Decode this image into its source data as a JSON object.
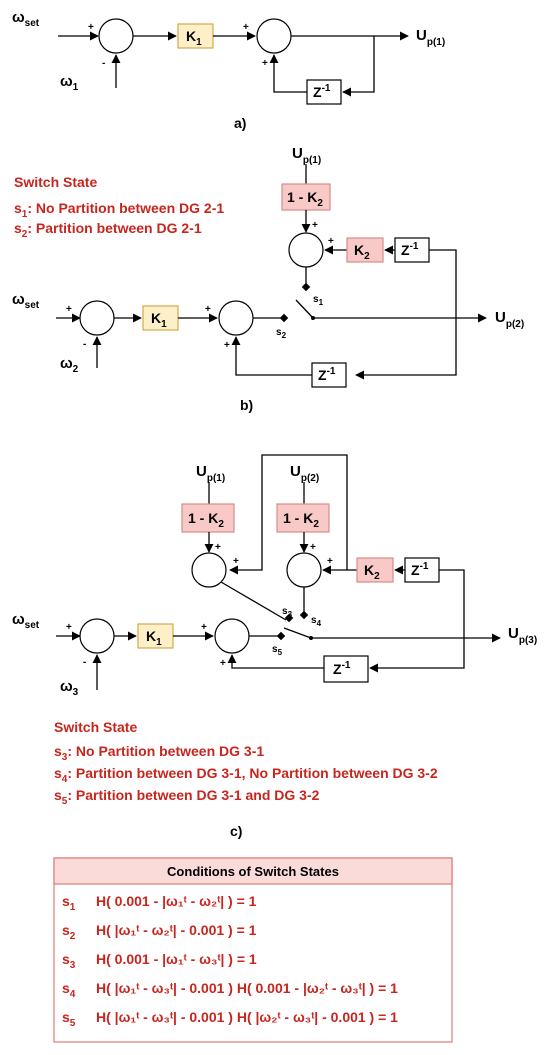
{
  "diagram_a": {
    "omega_set": "ω",
    "omega_set_sub": "set",
    "omega1": "ω",
    "omega1_sub": "1",
    "k1": "K",
    "k1_sub": "1",
    "z": "Z",
    "z_sup": "-1",
    "out": "U",
    "out_sub": "p(1)",
    "caption": "a)"
  },
  "diagram_b": {
    "legend_title": "Switch State",
    "legend_s1_sym": "s",
    "legend_s1_sub": "1",
    "legend_s1_text": ": No Partition between DG 2-1",
    "legend_s2_sym": "s",
    "legend_s2_sub": "2",
    "legend_s2_text": ": Partition between DG 2-1",
    "in_top": "U",
    "in_top_sub": "p(1)",
    "one_minus_k2": "1 - K",
    "one_minus_k2_sub": "2",
    "k2": "K",
    "k2_sub": "2",
    "z": "Z",
    "z_sup": "-1",
    "omega_set": "ω",
    "omega_set_sub": "set",
    "omega2": "ω",
    "omega2_sub": "2",
    "k1": "K",
    "k1_sub": "1",
    "s1": "s",
    "s1_sub": "1",
    "s2": "s",
    "s2_sub": "2",
    "out": "U",
    "out_sub": "p(2)",
    "caption": "b)"
  },
  "diagram_c": {
    "in1": "U",
    "in1_sub": "p(1)",
    "in2": "U",
    "in2_sub": "p(2)",
    "one_minus_k2": "1 - K",
    "one_minus_k2_sub": "2",
    "k2": "K",
    "k2_sub": "2",
    "z": "Z",
    "z_sup": "-1",
    "omega_set": "ω",
    "omega_set_sub": "set",
    "omega3": "ω",
    "omega3_sub": "3",
    "k1": "K",
    "k1_sub": "1",
    "s3": "s",
    "s3_sub": "3",
    "s4": "s",
    "s4_sub": "4",
    "s5": "s",
    "s5_sub": "5",
    "out": "U",
    "out_sub": "p(3)",
    "legend_title": "Switch State",
    "legend_s3_sym": "s",
    "legend_s3_sub": "3",
    "legend_s3_text": ": No Partition between DG 3-1",
    "legend_s4_sym": "s",
    "legend_s4_sub": "4",
    "legend_s4_text": ": Partition between DG 3-1, No Partition between DG 3-2",
    "legend_s5_sym": "s",
    "legend_s5_sub": "5",
    "legend_s5_text": ": Partition between DG 3-1 and DG 3-2",
    "caption": "c)"
  },
  "conditions": {
    "title": "Conditions of Switch States",
    "rows": [
      {
        "sym": "s",
        "sub": "1",
        "expr": "H( 0.001 - |ω₁ᵗ - ω₂ᵗ| ) = 1"
      },
      {
        "sym": "s",
        "sub": "2",
        "expr": "H( |ω₁ᵗ - ω₂ᵗ| - 0.001 ) = 1"
      },
      {
        "sym": "s",
        "sub": "3",
        "expr": "H( 0.001 - |ω₁ᵗ - ω₃ᵗ| ) = 1"
      },
      {
        "sym": "s",
        "sub": "4",
        "expr": "H( |ω₁ᵗ - ω₃ᵗ| - 0.001 ) H( 0.001 - |ω₂ᵗ - ω₃ᵗ| )  = 1"
      },
      {
        "sym": "s",
        "sub": "5",
        "expr": "H( |ω₁ᵗ - ω₃ᵗ| - 0.001 ) H( |ω₂ᵗ - ω₃ᵗ| - 0.001 )  = 1"
      }
    ]
  },
  "colors": {
    "red_text": "#c8251e",
    "k_box_fill": "#fdf0c9",
    "pink_box_fill": "#f8c9c6",
    "cond_border": "#e07a72"
  }
}
